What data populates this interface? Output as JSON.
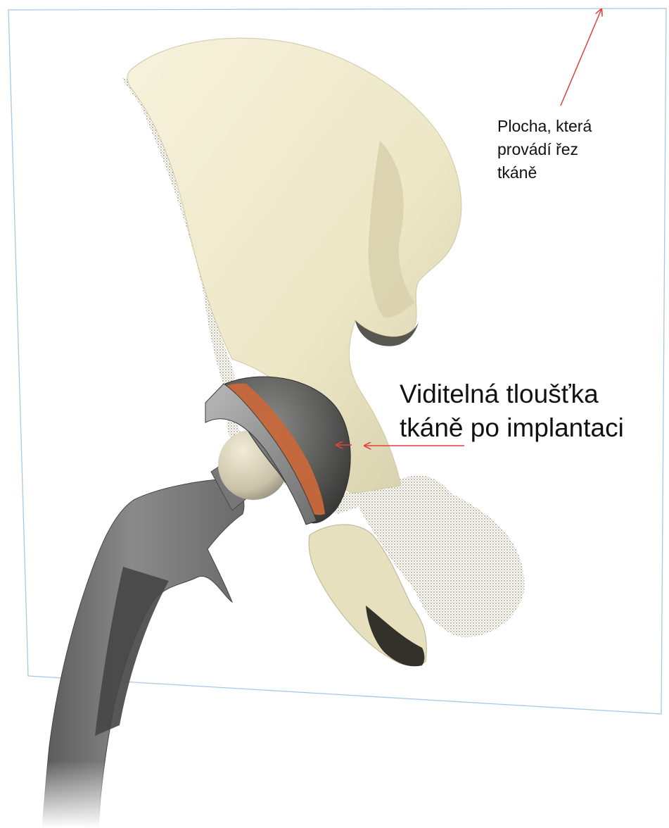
{
  "annotations": {
    "cutting_plane": {
      "lines": [
        "Plocha, která",
        "provádí řez",
        "tkáně"
      ]
    },
    "tissue_thickness": {
      "lines": [
        "Viditelná tloušťka",
        "tkáně po implantaci"
      ]
    }
  },
  "colors": {
    "bone": "#efeacb",
    "bone_shadow": "#c9c3a2",
    "transparent_tissue": "#cfc7a6",
    "implant_metal": "#7a7a7a",
    "implant_dark": "#3c3c3c",
    "liner": "#c8683a",
    "plane_outline": "#a9c7e4",
    "annotation_arrow": "#e0403a"
  },
  "icons": [
    "pelvis-illustration",
    "femoral-stem-icon",
    "acetabular-cup-icon",
    "femoral-head-icon",
    "cutting-plane-icon"
  ]
}
